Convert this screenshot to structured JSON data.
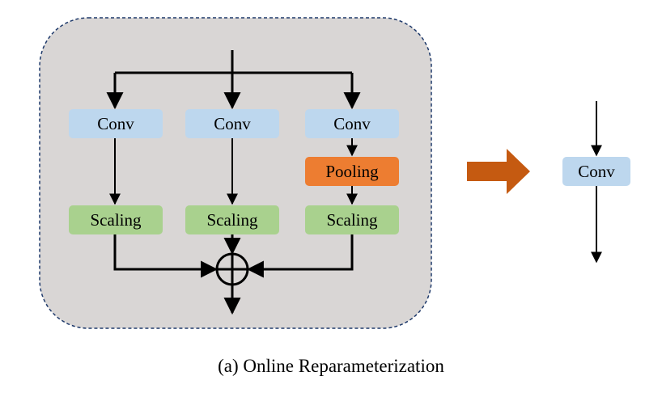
{
  "colors": {
    "panel_fill": "#d9d6d5",
    "panel_border": "#1f3a6b",
    "conv_fill": "#bdd7ee",
    "scaling_fill": "#a9d18e",
    "pooling_fill": "#ed7d31",
    "big_arrow": "#c55a11",
    "line": "#000000"
  },
  "branches": [
    {
      "conv": "Conv",
      "scaling": "Scaling"
    },
    {
      "conv": "Conv",
      "scaling": "Scaling"
    },
    {
      "conv": "Conv",
      "pooling": "Pooling",
      "scaling": "Scaling"
    }
  ],
  "merged": {
    "conv": "Conv"
  },
  "caption": "(a) Online Reparameterization"
}
